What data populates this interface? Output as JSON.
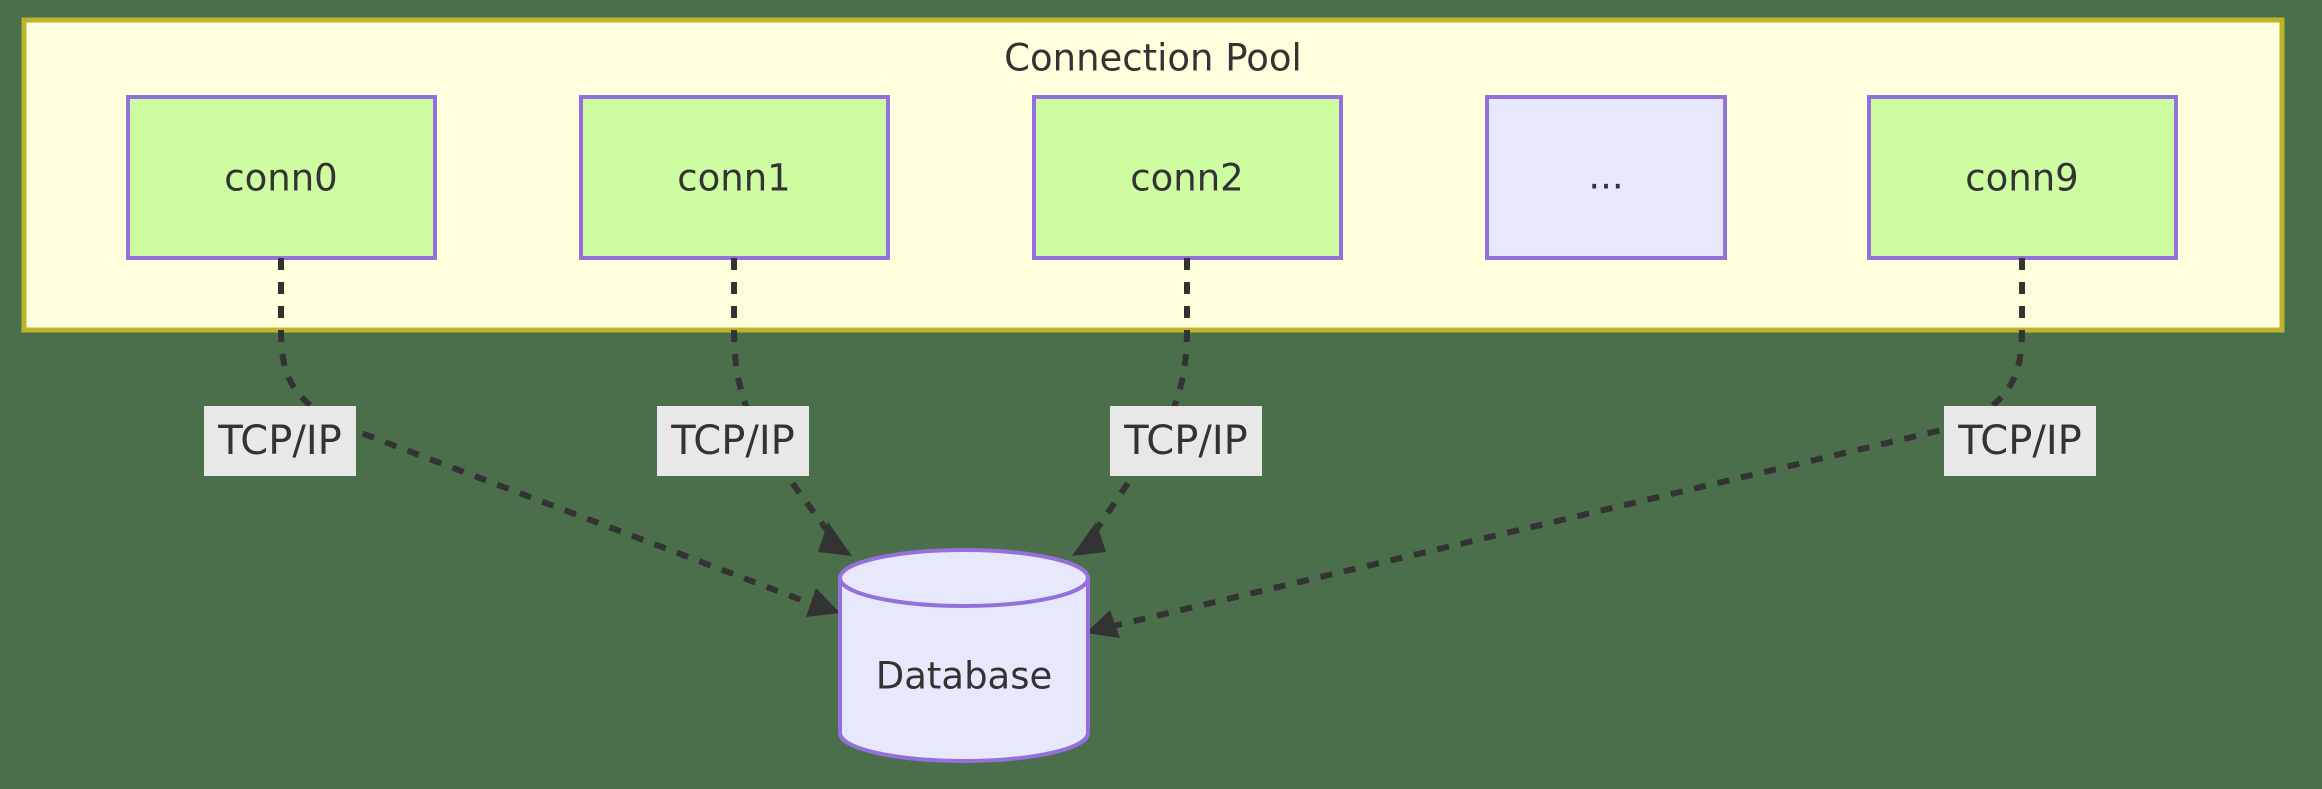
{
  "diagram": {
    "type": "flowchart",
    "background_color": "#4A6F4A",
    "subgraph": {
      "title": "Connection Pool",
      "fill_color": "#FFFFDE",
      "border_color": "#BDB429"
    },
    "nodes": [
      {
        "id": "conn0",
        "label": "conn0",
        "shape": "rect",
        "fill": "#CDFCA1",
        "stroke": "#9370DB"
      },
      {
        "id": "conn1",
        "label": "conn1",
        "shape": "rect",
        "fill": "#CDFCA1",
        "stroke": "#9370DB"
      },
      {
        "id": "conn2",
        "label": "conn2",
        "shape": "rect",
        "fill": "#CDFCA1",
        "stroke": "#9370DB"
      },
      {
        "id": "ellipsis",
        "label": "...",
        "shape": "rect",
        "fill": "#E8E8FC",
        "stroke": "#9370DB"
      },
      {
        "id": "conn9",
        "label": "conn9",
        "shape": "rect",
        "fill": "#CDFCA1",
        "stroke": "#9370DB"
      }
    ],
    "database": {
      "id": "database",
      "label": "Database",
      "shape": "cylinder",
      "fill": "#E8E8FC",
      "stroke": "#9370DB"
    },
    "edges": [
      {
        "from": "conn0",
        "to": "database",
        "label": "TCP/IP",
        "style": "dashed",
        "arrow": "arrowhead"
      },
      {
        "from": "conn1",
        "to": "database",
        "label": "TCP/IP",
        "style": "dashed",
        "arrow": "arrowhead"
      },
      {
        "from": "conn2",
        "to": "database",
        "label": "TCP/IP",
        "style": "dashed",
        "arrow": "arrowhead"
      },
      {
        "from": "conn9",
        "to": "database",
        "label": "TCP/IP",
        "style": "dashed",
        "arrow": "arrowhead"
      }
    ],
    "edge_label_bg": "#E8E8E8",
    "text_color": "#333333"
  }
}
